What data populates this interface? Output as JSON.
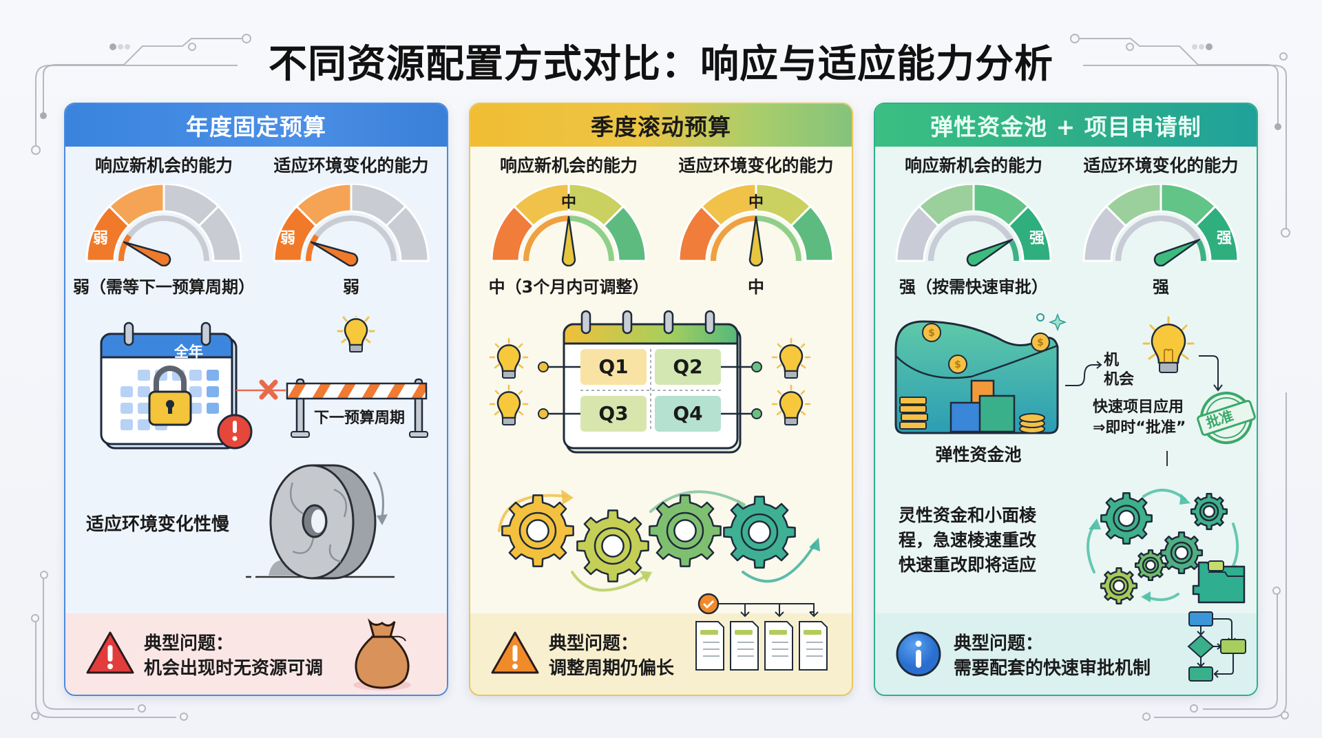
{
  "title": "不同资源配置方式对比：响应与适应能力分析",
  "panels": [
    {
      "id": "annual",
      "header": "年度固定预算",
      "accent": "#3a84de",
      "gauges": [
        {
          "title": "响应新机会的能力",
          "level": "弱",
          "level_index": 0,
          "caption": "弱（需等下一预算周期）"
        },
        {
          "title": "适应环境变化的能力",
          "level": "弱",
          "level_index": 0,
          "caption": "弱"
        }
      ],
      "calendar_label": "全年",
      "barrier_label": "下一预算周期",
      "slow_label": "适应环境变化性慢",
      "problem_title": "典型问题：",
      "problem_text": "机会出现时无资源可调",
      "problem_icon": "warning-triangle-red"
    },
    {
      "id": "quarterly",
      "header": "季度滚动预算",
      "accent": "#ecc545",
      "gauges": [
        {
          "title": "响应新机会的能力",
          "level": "中",
          "level_index": 1,
          "caption": "中（3个月内可调整）"
        },
        {
          "title": "适应环境变化的能力",
          "level": "中",
          "level_index": 1,
          "caption": "中"
        }
      ],
      "quarters": [
        "Q1",
        "Q2",
        "Q3",
        "Q4"
      ],
      "problem_title": "典型问题：",
      "problem_text": "调整周期仍偏长",
      "problem_icon": "warning-triangle-orange"
    },
    {
      "id": "flexible",
      "header": "弹性资金池 + 项目申请制",
      "accent": "#2eae88",
      "gauges": [
        {
          "title": "响应新机会的能力",
          "level": "强",
          "level_index": 2,
          "caption": "强（按需快速审批）"
        },
        {
          "title": "适应环境变化的能力",
          "level": "强",
          "level_index": 2,
          "caption": "强"
        }
      ],
      "pool_label": "弹性资金池",
      "opportunity_label_1": "机",
      "opportunity_label_2": "机会",
      "fast_line_1": "快速项目应用",
      "fast_line_2": "⇒即时“批准”",
      "stamp_label": "批准",
      "adapt_lines": [
        "灵性资金和小面棱",
        "程，急速棱速重改",
        "快速重改即将适应"
      ],
      "problem_title": "典型问题：",
      "problem_text": "需要配套的快速审批机制",
      "problem_icon": "info-circle-blue"
    }
  ]
}
